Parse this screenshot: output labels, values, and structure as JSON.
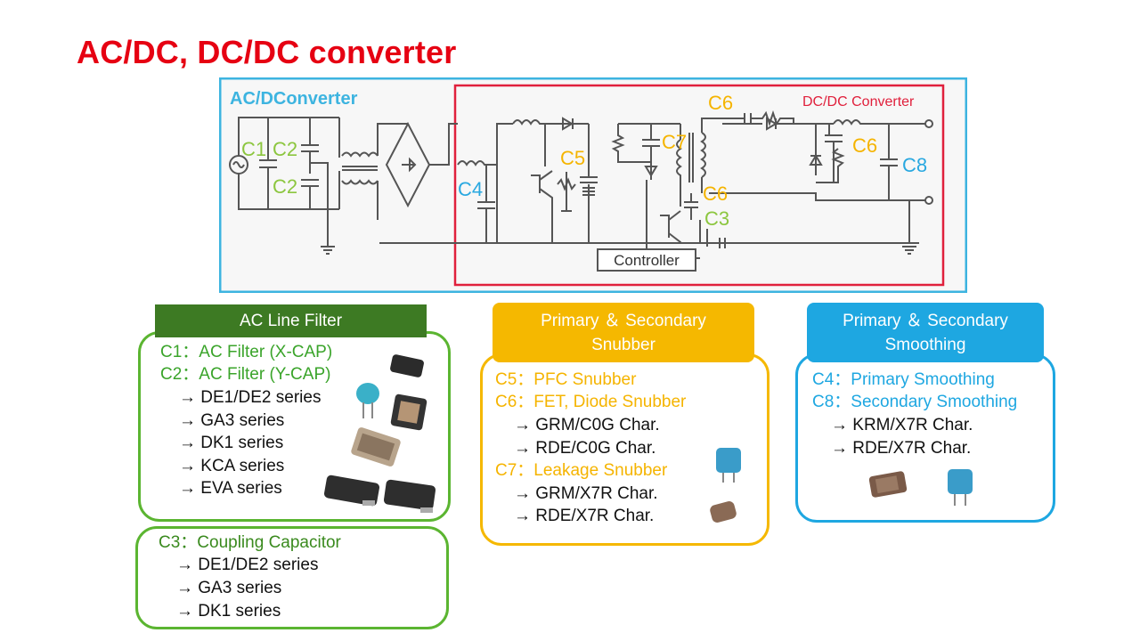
{
  "title": "AC/DC, DC/DC converter",
  "diagram": {
    "ac_dc_label": "AC/DConverter",
    "dc_dc_label": "DC/DC Converter",
    "controller_label": "Controller",
    "labels": {
      "c1": "C1",
      "c2a": "C2",
      "c2b": "C2",
      "c4": "C4",
      "c5": "C5",
      "c6a": "C6",
      "c6b": "C6",
      "c6c": "C6",
      "c7": "C7",
      "c3": "C3",
      "c8": "C8"
    },
    "colors": {
      "outer_box": "#3db4e0",
      "inner_box": "#e0203c",
      "wire": "#555555",
      "bg": "#f7f7f7"
    }
  },
  "ac_line_filter": {
    "header": "AC Line Filter",
    "lines": [
      "C1：AC Filter (X-CAP)",
      "C2：AC Filter (Y-CAP)",
      "→ DE1/DE2 series",
      "→ GA3 series",
      "→ DK1 series",
      "→ KCA series",
      "→ EVA series"
    ]
  },
  "coupling": {
    "lines": [
      "C3：Coupling Capacitor",
      "→ DE1/DE2 series",
      "→ GA3 series",
      "→ DK1 series"
    ]
  },
  "snubber": {
    "header_line1": "Primary ＆ Secondary",
    "header_line2": "Snubber",
    "lines": [
      "C5：PFC Snubber",
      "C6：FET, Diode Snubber",
      "→ GRM/C0G Char.",
      "→ RDE/C0G Char.",
      "C7：Leakage Snubber",
      "→ GRM/X7R Char.",
      "→ RDE/X7R Char."
    ]
  },
  "smoothing": {
    "header_line1": "Primary ＆ Secondary",
    "header_line2": "Smoothing",
    "lines": [
      "C4：Primary Smoothing",
      "C8：Secondary Smoothing",
      "→ KRM/X7R Char.",
      "→ RDE/X7R Char."
    ]
  },
  "colors": {
    "green": "#3aa42a",
    "dark_green_header": "#3d7a23",
    "yellow": "#f5b400",
    "blue": "#1ea7e1",
    "title_red": "#e60012"
  },
  "icons": [
    "smd-capacitor-icon",
    "disc-capacitor-icon",
    "chip-capacitor-icon",
    "radial-capacitor-icon"
  ]
}
